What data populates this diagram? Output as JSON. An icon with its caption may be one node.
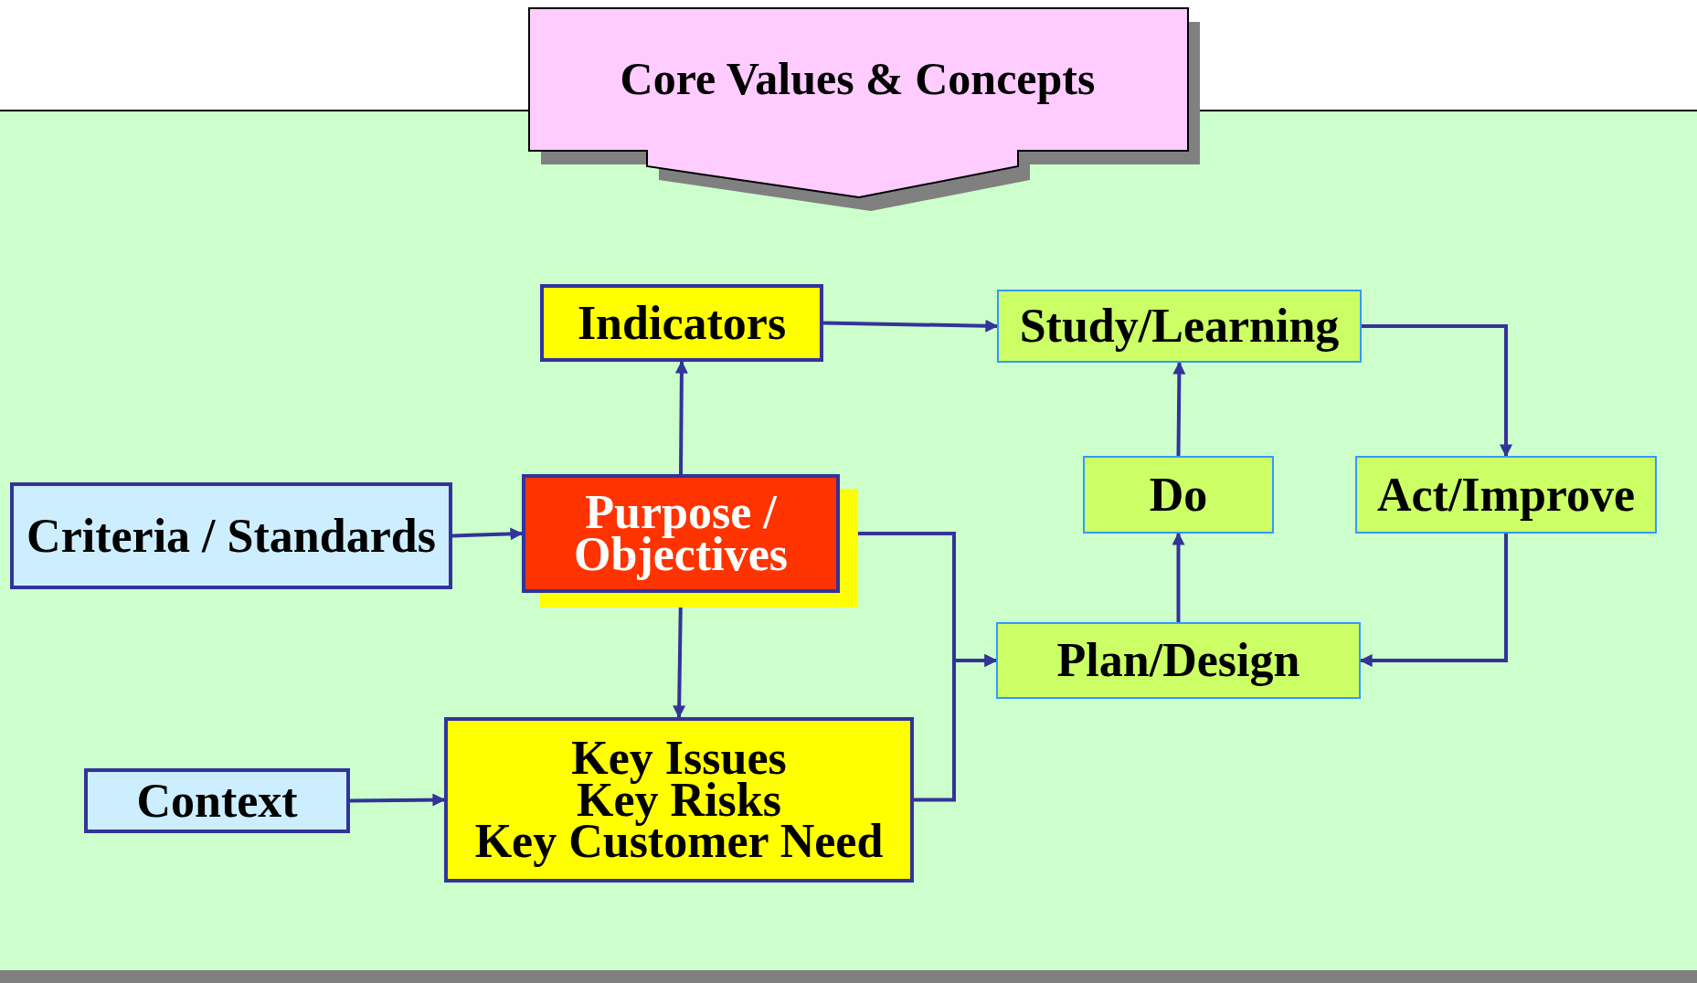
{
  "diagram": {
    "nodes": [
      {
        "text": [
          "Core Values & Concepts"
        ]
      },
      {
        "text": [
          "Indicators"
        ]
      },
      {
        "text": [
          "Study/Learning"
        ]
      },
      {
        "text": [
          "Criteria / Standards"
        ]
      },
      {
        "text": [
          "Purpose / Objectives"
        ]
      },
      {
        "text": [
          "Do"
        ]
      },
      {
        "text": [
          "Act/Improve"
        ]
      },
      {
        "text": [
          "Plan/Design"
        ]
      },
      {
        "text": [
          "Context"
        ]
      },
      {
        "text": [
          "Key Issues",
          "Key Risks",
          "Key Customer Need"
        ]
      }
    ],
    "edges": [
      {
        "from": 1,
        "to": 2,
        "arrow": "to"
      },
      {
        "from": 4,
        "to": 1,
        "arrow": "to"
      },
      {
        "from": 3,
        "to": 4,
        "arrow": "to"
      },
      {
        "from": 4,
        "to": 9,
        "arrow": "both"
      },
      {
        "from": 8,
        "to": 9,
        "arrow": "to"
      },
      {
        "from": 4,
        "to": 7,
        "arrow": "to"
      },
      {
        "from": 9,
        "to": 7,
        "arrow": "to"
      },
      {
        "from": 7,
        "to": 5,
        "arrow": "to"
      },
      {
        "from": 5,
        "to": 2,
        "arrow": "to"
      },
      {
        "from": 2,
        "to": 6,
        "arrow": "to"
      },
      {
        "from": 6,
        "to": 7,
        "arrow": "to"
      }
    ]
  }
}
